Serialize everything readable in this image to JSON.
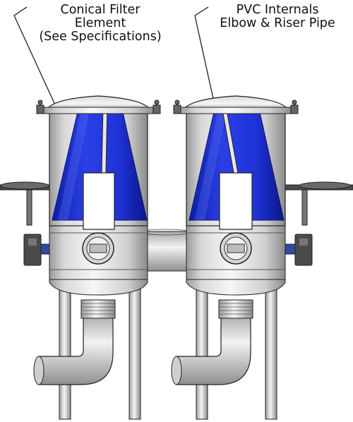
{
  "callouts": {
    "left": {
      "lines": [
        "Conical Filter",
        "Element",
        "(See Specifications)"
      ]
    },
    "right": {
      "lines": [
        "PVC Internals",
        "Elbow & Riser Pipe"
      ]
    }
  },
  "colors": {
    "filter_cone": "#1f33d6",
    "filter_cone_shade": "#0d1fa8",
    "steel_light": "#f2f2f2",
    "steel_mid": "#c9c9c9",
    "steel_dark": "#8e8e8e",
    "outline": "#222222",
    "handle": "#3a3a3a",
    "sight_glass": "#2f4aa3"
  },
  "icons": [
    "valve-handwheel",
    "gearbox-actuator",
    "sight-port"
  ]
}
